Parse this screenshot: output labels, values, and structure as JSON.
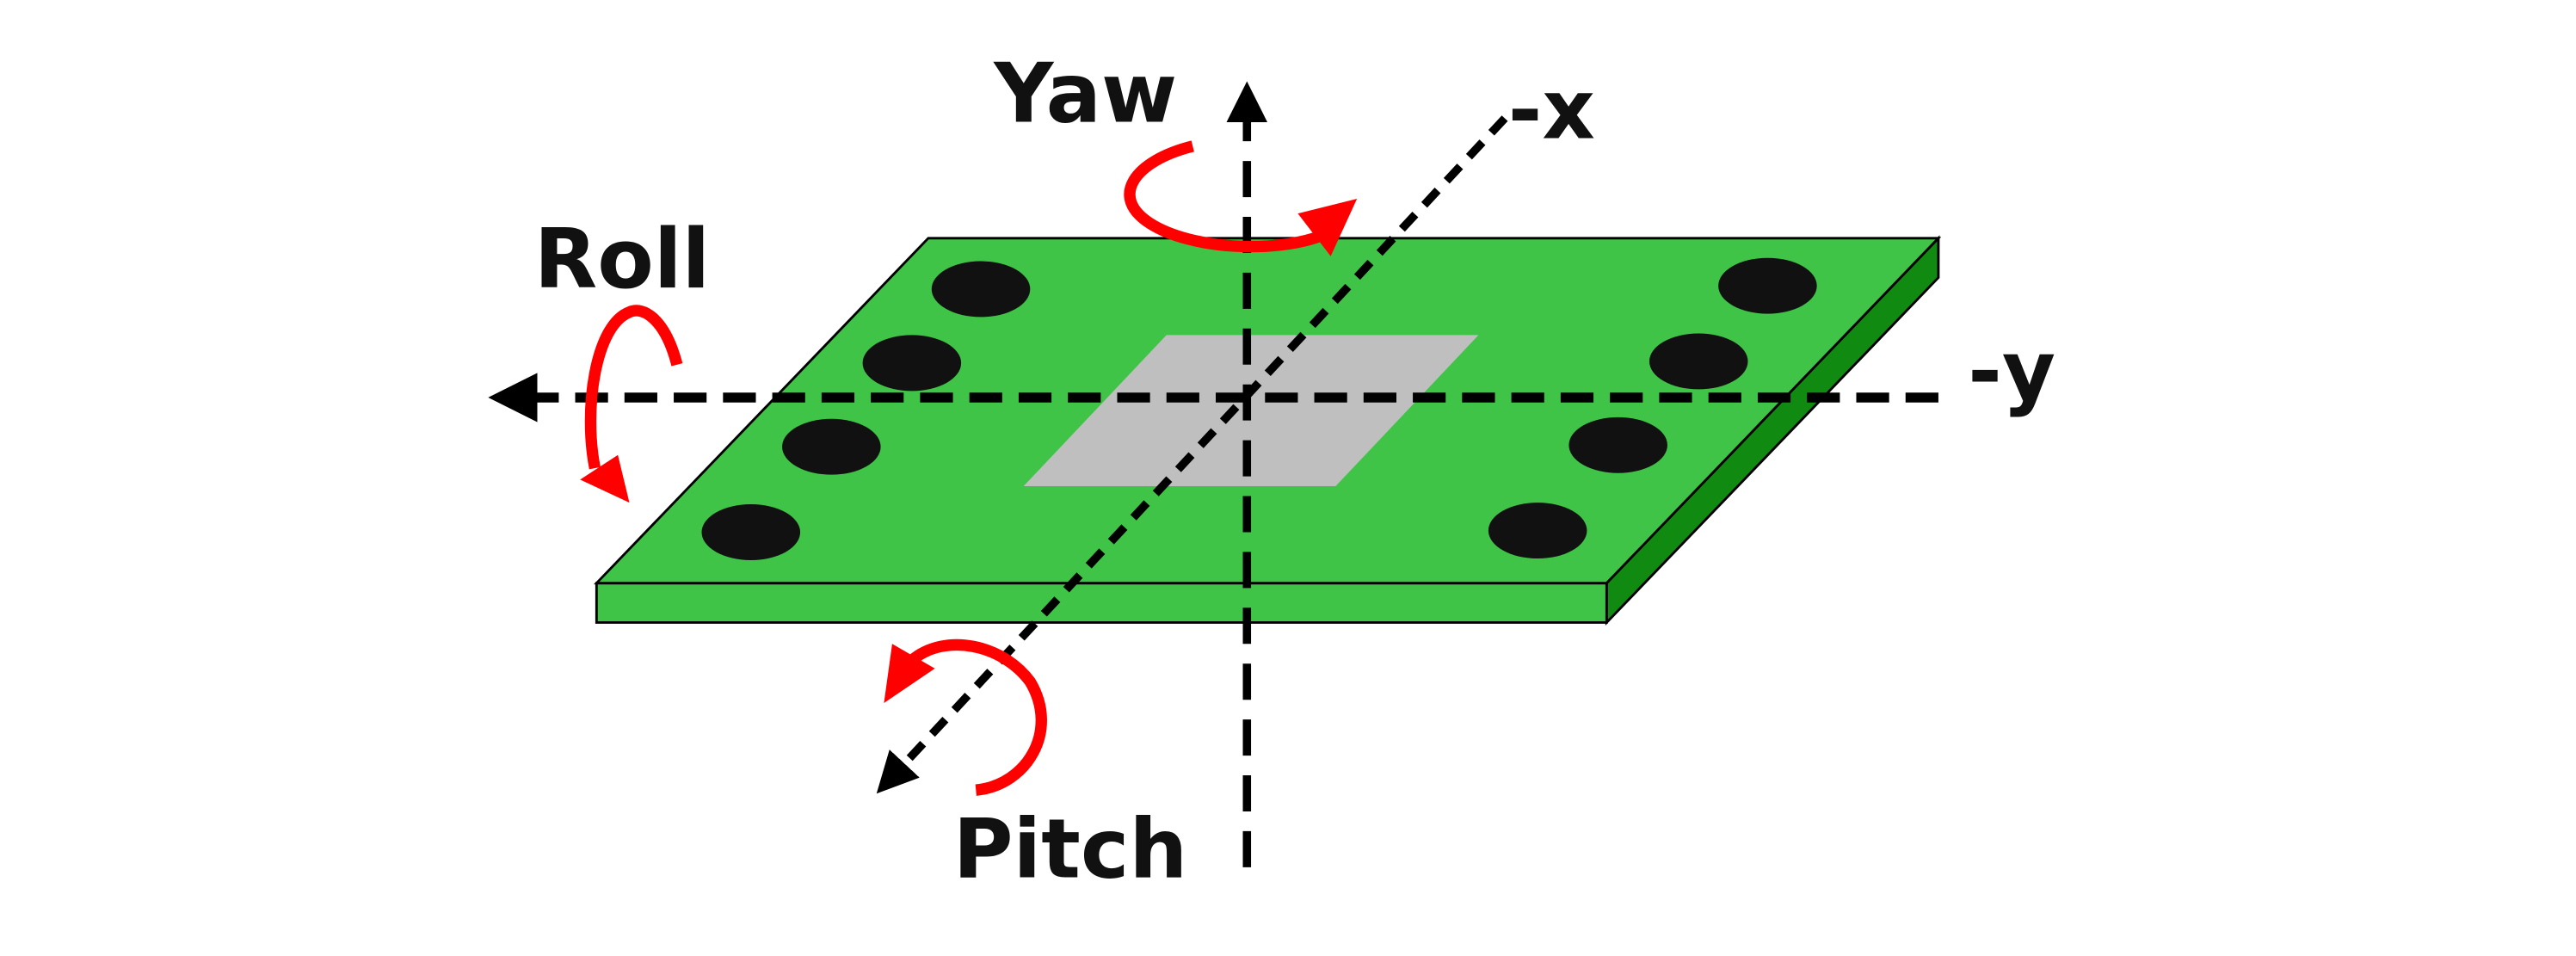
{
  "labels": {
    "yaw": "Yaw",
    "roll": "Roll",
    "pitch": "Pitch",
    "neg_x": "-x",
    "neg_y": "-y"
  },
  "colors": {
    "board_top": "#3fc447",
    "board_side": "#118a11",
    "chip": "#bfbfbf",
    "hole": "#111111",
    "rotation_arrow": "#ff0000",
    "axis": "#000000"
  }
}
